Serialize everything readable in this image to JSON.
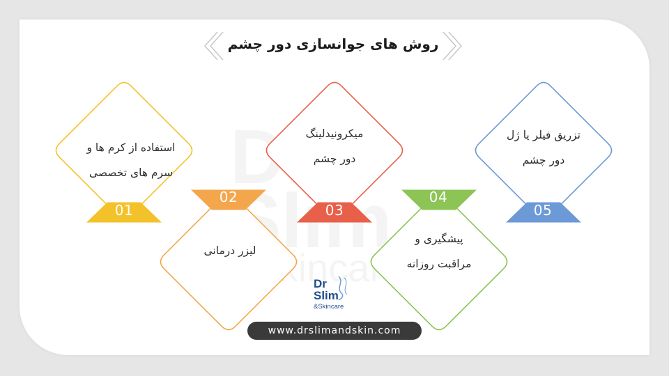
{
  "title": "روش های جوانسازی دور چشم",
  "colors": {
    "yellow": "#f3c22a",
    "orange": "#f4a64c",
    "red": "#e9604a",
    "green": "#8cc456",
    "blue": "#6c9ad6"
  },
  "methods": [
    {
      "number": "01",
      "line1": "استفاده از کرم ها و",
      "line2": "سرم های تخصصی",
      "color": "#f3c22a"
    },
    {
      "number": "02",
      "line1": "لیزر درمانی",
      "line2": "",
      "color": "#f4a64c"
    },
    {
      "number": "03",
      "line1": "میکرونیدلینگ",
      "line2": "دور چشم",
      "color": "#e9604a"
    },
    {
      "number": "04",
      "line1": "پیشگیری و",
      "line2": "مراقبت روزانه",
      "color": "#8cc456"
    },
    {
      "number": "05",
      "line1": "تزریق فیلر یا ژل",
      "line2": "دور چشم",
      "color": "#6c9ad6"
    }
  ],
  "logo": {
    "line1": "Dr",
    "line2": "Slim",
    "line3": "&Skincare"
  },
  "watermark": {
    "line1": "Dr",
    "line2": "Slim",
    "line3": "&Skincare"
  },
  "website": "www.drslimandskin.com"
}
